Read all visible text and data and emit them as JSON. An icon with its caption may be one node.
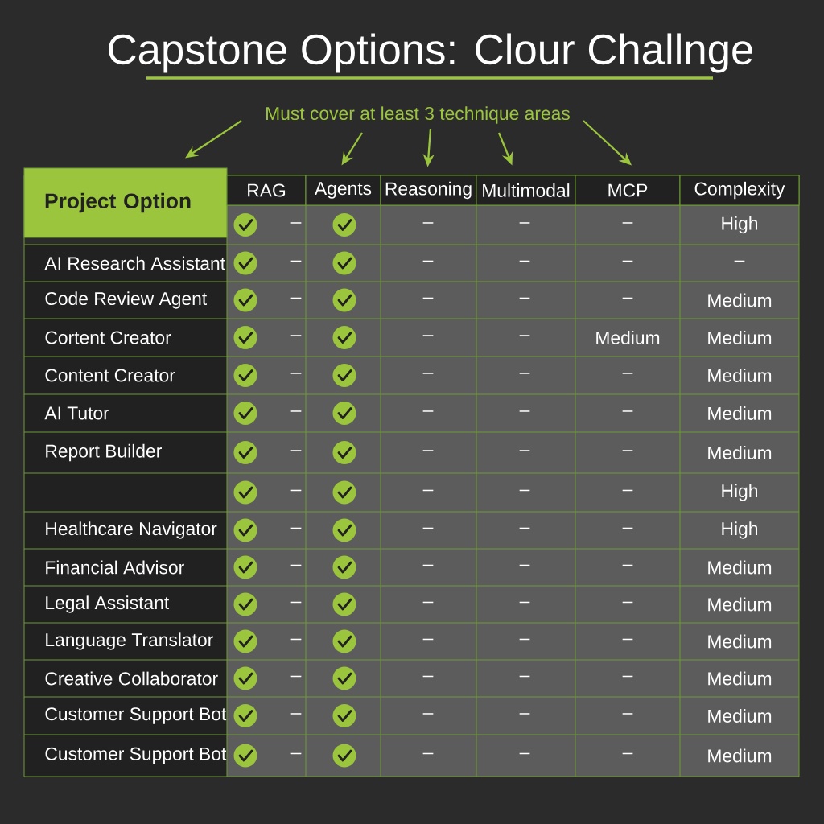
{
  "diagram": {
    "title": "Capstone Options: Clour Challnge",
    "nodes": [
      {
        "text": [
          "Must cover at least 3 technique areas"
        ]
      },
      {
        "text": [
          "Project Option"
        ]
      },
      {
        "text": [
          "RAG"
        ]
      },
      {
        "text": [
          "Agents"
        ]
      },
      {
        "text": [
          "Reasoning"
        ]
      },
      {
        "text": [
          "Multimodal"
        ]
      },
      {
        "text": [
          "MCP"
        ]
      },
      {
        "text": [
          "Complexity"
        ]
      }
    ],
    "edges": [
      {
        "from": 0,
        "to": 1,
        "arrow": "to"
      },
      {
        "from": 0,
        "to": 3,
        "arrow": "to"
      },
      {
        "from": 0,
        "to": 4,
        "arrow": "to"
      },
      {
        "from": 0,
        "to": 5,
        "arrow": "to"
      },
      {
        "from": 0,
        "to": 6,
        "arrow": "to"
      }
    ],
    "labels": [
      "–",
      "–",
      "–",
      "–",
      "High",
      "AI Research Assistant",
      "–",
      "–",
      "–",
      "–",
      "–",
      "Code Review Agent",
      "–",
      "–",
      "–",
      "–",
      "Medium",
      "Cortent Creator",
      "–",
      "–",
      "–",
      "Medium",
      "Medium",
      "Content Creator",
      "–",
      "–",
      "–",
      "–",
      "Medium",
      "AI Tutor",
      "–",
      "–",
      "–",
      "–",
      "Medium",
      "Report Builder",
      "–",
      "–",
      "–",
      "–",
      "Medium",
      "–",
      "–",
      "–",
      "–",
      "High",
      "Healthcare Navigator",
      "–",
      "–",
      "–",
      "–",
      "High",
      "Financial Advisor",
      "–",
      "–",
      "–",
      "–",
      "Medium",
      "Legal Assistant",
      "–",
      "–",
      "–",
      "–",
      "Medium",
      "Language Translator",
      "–",
      "–",
      "–",
      "–",
      "Medium",
      "Creative Collaborator",
      "–",
      "–",
      "–",
      "–",
      "Medium",
      "Customer Support Bot",
      "–",
      "–",
      "–",
      "–",
      "Medium",
      "Customer Support Bot",
      "–",
      "–",
      "–",
      "–",
      "Medium"
    ]
  }
}
